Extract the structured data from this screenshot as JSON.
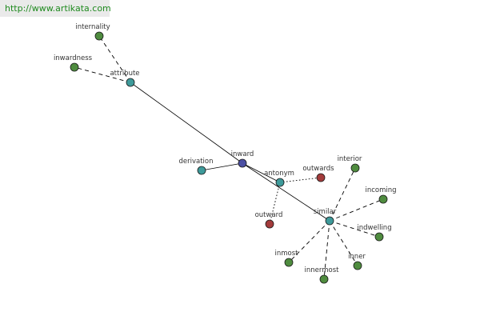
{
  "banner": {
    "url": "http://www.artikata.com"
  },
  "colors": {
    "hub": "#4b4fa3",
    "relation": "#3e9a9a",
    "synonym": "#4f8c3f",
    "opposite": "#a33b3b",
    "edge": "#000000"
  },
  "legend_meaning": {
    "solid": "relation to hub",
    "dashed": "related word",
    "dotted": "opposite"
  },
  "nodes": {
    "inward": {
      "label": "inward",
      "kind": "hub"
    },
    "attribute": {
      "label": "attribute",
      "kind": "relation"
    },
    "derivation": {
      "label": "derivation",
      "kind": "relation"
    },
    "antonym": {
      "label": "antonym",
      "kind": "relation"
    },
    "similar": {
      "label": "similar",
      "kind": "relation"
    },
    "internality": {
      "label": "internality",
      "kind": "synonym"
    },
    "inwardness": {
      "label": "inwardness",
      "kind": "synonym"
    },
    "outwards": {
      "label": "outwards",
      "kind": "opposite"
    },
    "outward": {
      "label": "outward",
      "kind": "opposite"
    },
    "interior": {
      "label": "interior",
      "kind": "synonym"
    },
    "incoming": {
      "label": "incoming",
      "kind": "synonym"
    },
    "indwelling": {
      "label": "indwelling",
      "kind": "synonym"
    },
    "inner": {
      "label": "inner",
      "kind": "synonym"
    },
    "innermost": {
      "label": "innermost",
      "kind": "synonym"
    },
    "inmost": {
      "label": "inmost",
      "kind": "synonym"
    }
  },
  "edges": [
    {
      "from": "inward",
      "to": "attribute",
      "style": "solid"
    },
    {
      "from": "inward",
      "to": "derivation",
      "style": "solid"
    },
    {
      "from": "inward",
      "to": "antonym",
      "style": "solid"
    },
    {
      "from": "inward",
      "to": "similar",
      "style": "solid"
    },
    {
      "from": "attribute",
      "to": "internality",
      "style": "dashed"
    },
    {
      "from": "attribute",
      "to": "inwardness",
      "style": "dashed"
    },
    {
      "from": "antonym",
      "to": "outwards",
      "style": "dotted"
    },
    {
      "from": "antonym",
      "to": "outward",
      "style": "dotted"
    },
    {
      "from": "similar",
      "to": "interior",
      "style": "dashed"
    },
    {
      "from": "similar",
      "to": "incoming",
      "style": "dashed"
    },
    {
      "from": "similar",
      "to": "indwelling",
      "style": "dashed"
    },
    {
      "from": "similar",
      "to": "inner",
      "style": "dashed"
    },
    {
      "from": "similar",
      "to": "innermost",
      "style": "dashed"
    },
    {
      "from": "similar",
      "to": "inmost",
      "style": "dashed"
    }
  ]
}
